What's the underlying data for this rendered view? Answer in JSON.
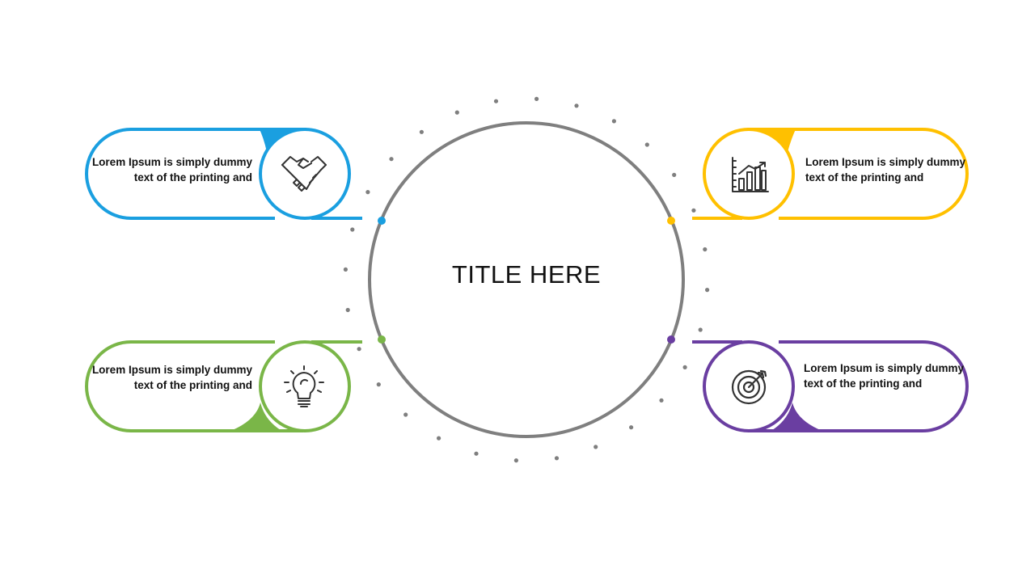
{
  "title": "TITLE HERE",
  "colors": {
    "blue": "#1a9fe0",
    "yellow": "#ffc000",
    "green": "#7ab648",
    "purple": "#6a3ea1",
    "ring": "#7f7f7f",
    "dots": "#7f7f7f",
    "icon": "#333333"
  },
  "cards": [
    {
      "id": "top-left",
      "line1": "Lorem Ipsum is simply dummy",
      "line2": "text of the printing and",
      "icon": "handshake-icon"
    },
    {
      "id": "top-right",
      "line1": "Lorem Ipsum is simply dummy",
      "line2": "text of the printing and",
      "icon": "bar-chart-icon"
    },
    {
      "id": "bottom-left",
      "line1": "Lorem Ipsum is simply dummy",
      "line2": "text of the printing and",
      "icon": "lightbulb-icon"
    },
    {
      "id": "bottom-right",
      "line1": "Lorem Ipsum is simply dummy",
      "line2": "text of the printing and",
      "icon": "target-icon"
    }
  ]
}
